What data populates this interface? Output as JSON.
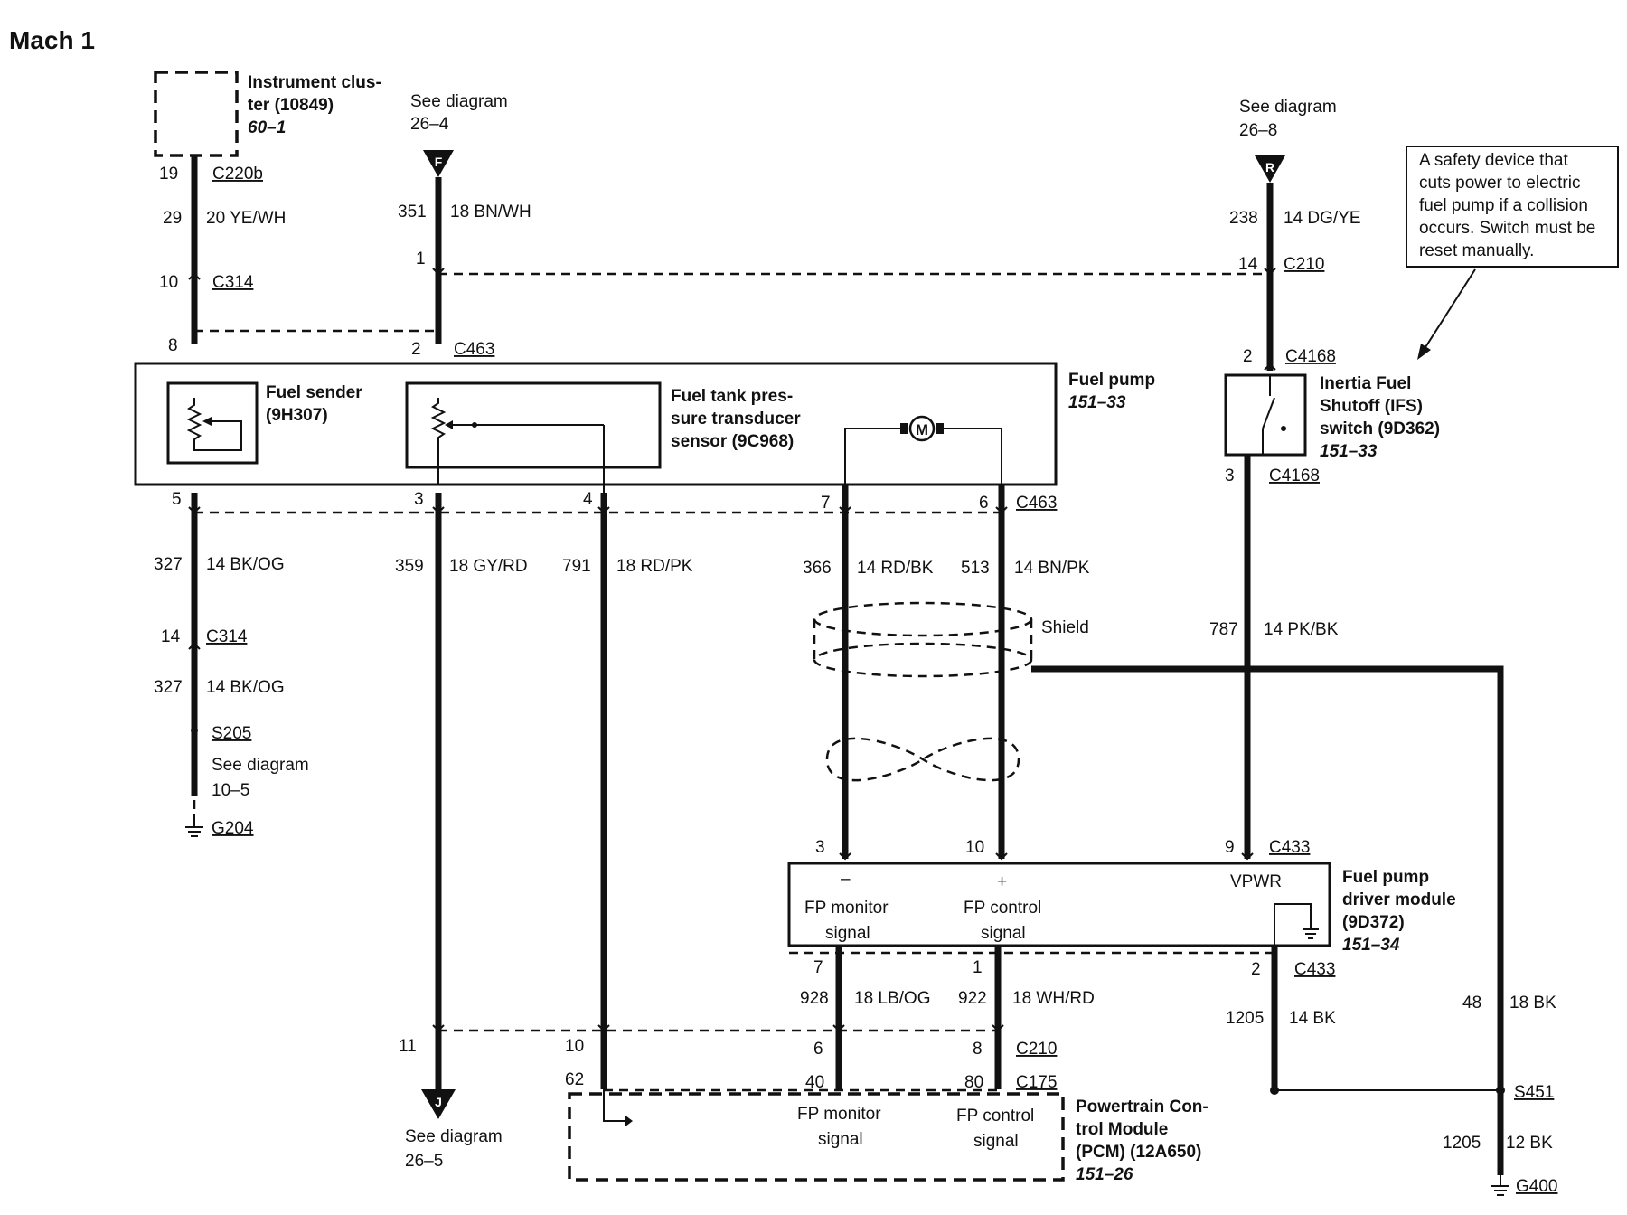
{
  "title": "Mach 1",
  "components": {
    "instrument_cluster": {
      "l1": "Instrument clus-",
      "l2": "ter (10849)",
      "ref": "60–1"
    },
    "fuel_pump": {
      "name": "Fuel pump",
      "ref": "151–33"
    },
    "fuel_sender": {
      "l1": "Fuel sender",
      "l2": "(9H307)"
    },
    "ftpt": {
      "l1": "Fuel tank pres-",
      "l2": "sure transducer",
      "l3": "sensor (9C968)"
    },
    "ifs": {
      "l1": "Inertia Fuel",
      "l2": "Shutoff (IFS)",
      "l3": "switch (9D362)",
      "ref": "151–33"
    },
    "fpdm": {
      "l1": "Fuel pump",
      "l2": "driver module",
      "l3": "(9D372)",
      "ref": "151–34",
      "minus": "–",
      "plus": "+",
      "vpwr": "VPWR",
      "mon1": "FP monitor",
      "mon2": "signal",
      "ctl1": "FP control",
      "ctl2": "signal"
    },
    "pcm": {
      "l1": "Powertrain Con-",
      "l2": "trol Module",
      "l3": "(PCM) (12A650)",
      "ref": "151–26",
      "mon1": "FP monitor",
      "mon2": "signal",
      "ctl1": "FP control",
      "ctl2": "signal"
    }
  },
  "note": {
    "l1": "A safety device that",
    "l2": "cuts power to electric",
    "l3": "fuel pump if a collision",
    "l4": "occurs. Switch must be",
    "l5": "reset manually."
  },
  "see_diagrams": {
    "f": {
      "label": "See diagram",
      "ref": "26–4",
      "letter": "F"
    },
    "r": {
      "label": "See diagram",
      "ref": "26–8",
      "letter": "R"
    },
    "j": {
      "label": "See diagram",
      "ref": "26–5",
      "letter": "J"
    },
    "g204": {
      "label": "See diagram",
      "ref": "10–5"
    }
  },
  "connectors": {
    "c220b": "C220b",
    "c314a": "C314",
    "c314b": "C314",
    "c463a": "C463",
    "c463b": "C463",
    "c210a": "C210",
    "c4168a": "C4168",
    "c4168b": "C4168",
    "c433a": "C433",
    "c433b": "C433",
    "c210b": "C210",
    "c175": "C175",
    "s205": "S205",
    "g204": "G204",
    "s451": "S451",
    "g400": "G400"
  },
  "shield_label": "Shield",
  "pins": {
    "p19": "19",
    "p10a": "10",
    "p8": "8",
    "p5": "5",
    "p14a": "14",
    "p1": "1",
    "p2a": "2",
    "p3a": "3",
    "p11": "11",
    "p4": "4",
    "p10b": "10",
    "p62": "62",
    "p7a": "7",
    "p6a": "6",
    "p14b": "14",
    "p2b": "2",
    "p3b": "3",
    "p3c": "3",
    "p10c": "10",
    "p9": "9",
    "p7b": "7",
    "p1b": "1",
    "p2c": "2",
    "p6b": "6",
    "p8b": "8",
    "p40": "40",
    "p80": "80"
  },
  "circuits": {
    "w29": {
      "num": "29",
      "code": "20 YE/WH"
    },
    "w351": {
      "num": "351",
      "code": "18 BN/WH"
    },
    "w238": {
      "num": "238",
      "code": "14 DG/YE"
    },
    "w327a": {
      "num": "327",
      "code": "14 BK/OG"
    },
    "w327b": {
      "num": "327",
      "code": "14 BK/OG"
    },
    "w359": {
      "num": "359",
      "code": "18 GY/RD"
    },
    "w791": {
      "num": "791",
      "code": "18 RD/PK"
    },
    "w366": {
      "num": "366",
      "code": "14 RD/BK"
    },
    "w513": {
      "num": "513",
      "code": "14 BN/PK"
    },
    "w787": {
      "num": "787",
      "code": "14 PK/BK"
    },
    "w928": {
      "num": "928",
      "code": "18 LB/OG"
    },
    "w922": {
      "num": "922",
      "code": "18 WH/RD"
    },
    "w1205a": {
      "num": "1205",
      "code": "14 BK"
    },
    "w48": {
      "num": "48",
      "code": "18 BK"
    },
    "w1205b": {
      "num": "1205",
      "code": "12 BK"
    }
  }
}
